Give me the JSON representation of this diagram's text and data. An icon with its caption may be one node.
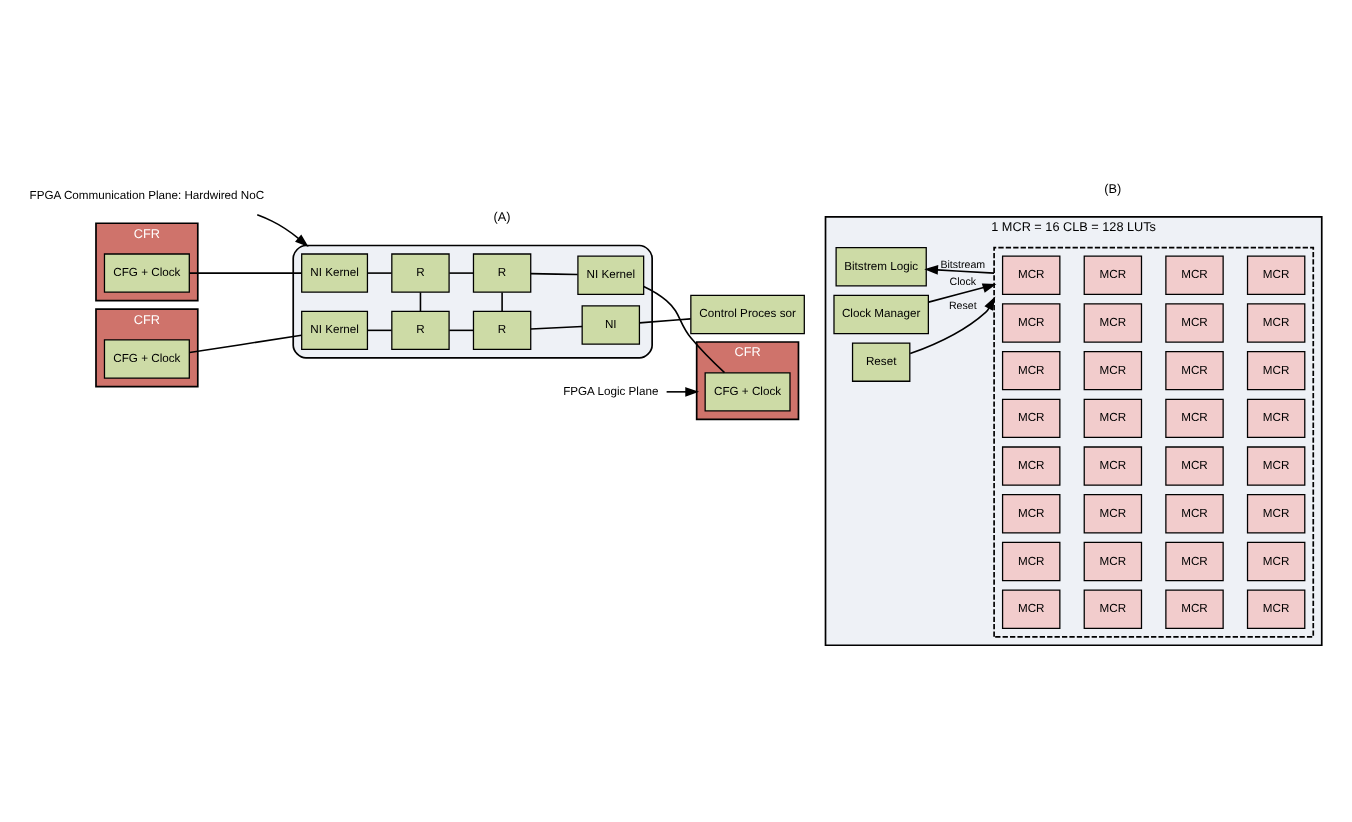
{
  "diagram": {
    "nodes": [
      {
        "text": [
          "FPGA Communication Plane: Hardwired NoC"
        ]
      },
      {
        "text": [
          "FPGA Logic Plane"
        ]
      },
      {
        "text": [
          "CFR"
        ]
      },
      {
        "text": [
          "CFG + Clock"
        ],
        "in": 2
      },
      {
        "text": [],
        "shape": "box"
      },
      {
        "text": [
          "NI Kernel"
        ],
        "in": 4
      },
      {
        "text": [
          "R"
        ],
        "in": 4
      },
      {
        "text": [
          "R"
        ],
        "in": 4
      },
      {
        "text": [
          "NI Kernel"
        ],
        "in": 4
      },
      {
        "text": [
          "NI Kernel"
        ],
        "in": 4
      },
      {
        "text": [
          "R"
        ],
        "in": 4
      },
      {
        "text": [
          "R"
        ],
        "in": 4
      },
      {
        "text": [
          "NI"
        ],
        "in": 4
      },
      {
        "text": [
          "CFR"
        ]
      },
      {
        "text": [
          "CFG + Clock"
        ],
        "in": 13
      },
      {
        "text": [
          "CFR"
        ]
      },
      {
        "text": [
          "CFG + Clock"
        ],
        "in": 15
      },
      {
        "text": [
          "Control Proces sor"
        ]
      },
      {
        "text": [
          "1 MCR = 16 CLB = 128 LUTs"
        ]
      },
      {
        "text": [
          "Bitstrem Logic"
        ],
        "in": 18
      },
      {
        "text": [
          "Clock Manager"
        ],
        "in": 18
      },
      {
        "text": [
          "Reset"
        ],
        "in": 18
      },
      {
        "text": [],
        "shape": "box",
        "in": 18
      },
      {
        "text": [
          "MCR"
        ],
        "in": 22
      },
      {
        "text": [
          "MCR"
        ],
        "in": 22
      },
      {
        "text": [
          "MCR"
        ],
        "in": 22
      },
      {
        "text": [
          "MCR"
        ],
        "in": 22
      },
      {
        "text": [
          "MCR"
        ],
        "in": 22
      },
      {
        "text": [
          "MCR"
        ],
        "in": 22
      },
      {
        "text": [
          "MCR"
        ],
        "in": 22
      },
      {
        "text": [
          "MCR"
        ],
        "in": 22
      },
      {
        "text": [
          "MCR"
        ],
        "in": 22
      },
      {
        "text": [
          "MCR"
        ],
        "in": 22
      },
      {
        "text": [
          "MCR"
        ],
        "in": 22
      },
      {
        "text": [
          "MCR"
        ],
        "in": 22
      },
      {
        "text": [
          "MCR"
        ],
        "in": 22
      },
      {
        "text": [
          "MCR"
        ],
        "in": 22
      },
      {
        "text": [
          "MCR"
        ],
        "in": 22
      },
      {
        "text": [
          "MCR"
        ],
        "in": 22
      },
      {
        "text": [
          "MCR"
        ],
        "in": 22
      },
      {
        "text": [
          "MCR"
        ],
        "in": 22
      },
      {
        "text": [
          "MCR"
        ],
        "in": 22
      },
      {
        "text": [
          "MCR"
        ],
        "in": 22
      },
      {
        "text": [
          "MCR"
        ],
        "in": 22
      },
      {
        "text": [
          "MCR"
        ],
        "in": 22
      },
      {
        "text": [
          "MCR"
        ],
        "in": 22
      },
      {
        "text": [
          "MCR"
        ],
        "in": 22
      },
      {
        "text": [
          "MCR"
        ],
        "in": 22
      },
      {
        "text": [
          "MCR"
        ],
        "in": 22
      },
      {
        "text": [
          "MCR"
        ],
        "in": 22
      },
      {
        "text": [
          "MCR"
        ],
        "in": 22
      },
      {
        "text": [
          "MCR"
        ],
        "in": 22
      },
      {
        "text": [
          "MCR"
        ],
        "in": 22
      },
      {
        "text": [
          "MCR"
        ],
        "in": 22
      },
      {
        "text": [
          "MCR"
        ],
        "in": 22
      }
    ],
    "edges": [
      {
        "from": 0,
        "to": 4,
        "arrow": "to"
      },
      {
        "from": 1,
        "to": 13,
        "arrow": "to"
      },
      {
        "from": 3,
        "to": 5,
        "arrow": "none"
      },
      {
        "from": 5,
        "to": 6,
        "arrow": "none"
      },
      {
        "from": 6,
        "to": 7,
        "arrow": "none"
      },
      {
        "from": 7,
        "to": 8,
        "arrow": "none"
      },
      {
        "from": 8,
        "to": 14,
        "arrow": "none"
      },
      {
        "from": 6,
        "to": 10,
        "arrow": "none"
      },
      {
        "from": 7,
        "to": 11,
        "arrow": "none"
      },
      {
        "from": 16,
        "to": 9,
        "arrow": "none"
      },
      {
        "from": 9,
        "to": 10,
        "arrow": "none"
      },
      {
        "from": 10,
        "to": 11,
        "arrow": "none"
      },
      {
        "from": 11,
        "to": 12,
        "arrow": "none"
      },
      {
        "from": 12,
        "to": 17,
        "arrow": "none"
      },
      {
        "from": 22,
        "to": 19,
        "arrow": "to",
        "label": "Bitstream"
      },
      {
        "from": 20,
        "to": 22,
        "arrow": "to",
        "label": "Clock"
      },
      {
        "from": 21,
        "to": 22,
        "arrow": "to",
        "label": "Reset"
      }
    ],
    "labels": [
      "(A)",
      "(B)"
    ]
  }
}
